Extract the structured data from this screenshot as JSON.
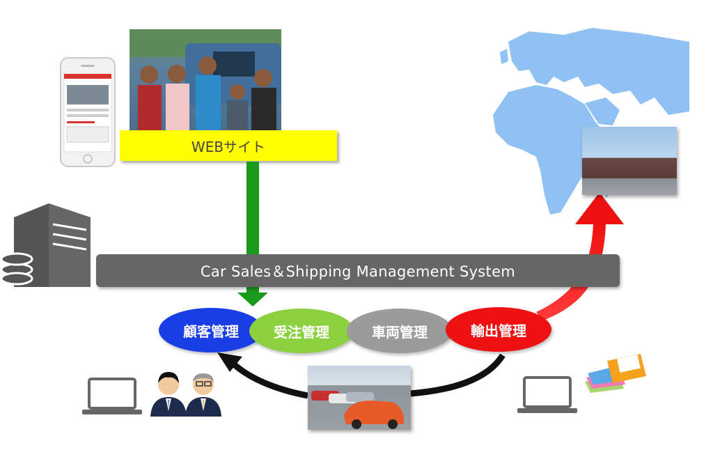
{
  "web_label": "WEBサイト",
  "system_label": "Car Sales＆Shipping Management System",
  "modules": [
    {
      "label": "顧客管理",
      "color": "#1a3ee6"
    },
    {
      "label": "受注管理",
      "color": "#8bd13f"
    },
    {
      "label": "車両管理",
      "color": "#9b9b9b"
    },
    {
      "label": "輸出管理",
      "color": "#ee1111"
    }
  ],
  "icons": [
    "smartphone-icon",
    "server-database-icon",
    "laptop-icon",
    "businessmen-icon",
    "folders-icon",
    "world-map-icon"
  ],
  "colors": {
    "web_bar": "#ffff00",
    "system_bar": "#666666",
    "down_arrow": "#1a9a1a",
    "export_arrow": "#ee1111",
    "map": "#8fc1f2"
  }
}
